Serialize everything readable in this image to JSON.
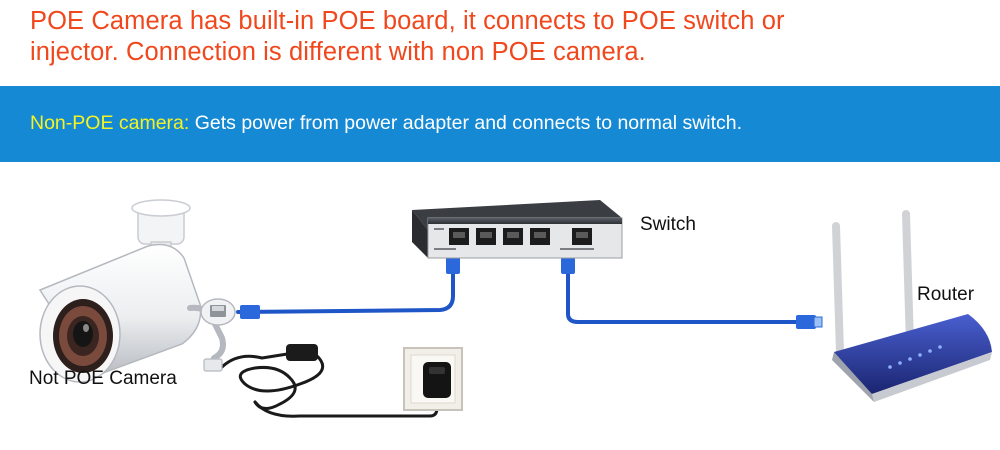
{
  "headline": {
    "line1": "POE Camera has built-in POE board, it connects to POE switch or",
    "line2": "injector. Connection is different with non POE camera."
  },
  "banner": {
    "highlight": "Non-POE camera:",
    "text": " Gets power from power adapter and connects to normal switch."
  },
  "labels": {
    "switch": "Switch",
    "router": "Router",
    "camera": "Not POE Camera"
  },
  "colors": {
    "headline": "#f0471c",
    "banner_bg": "#1589d3",
    "banner_highlight": "#f5f324",
    "cable": "#1f56c7"
  },
  "icons": [
    "camera-icon",
    "switch-icon",
    "router-icon",
    "power-adapter-icon",
    "ethernet-cable-icon",
    "power-cable-icon"
  ]
}
